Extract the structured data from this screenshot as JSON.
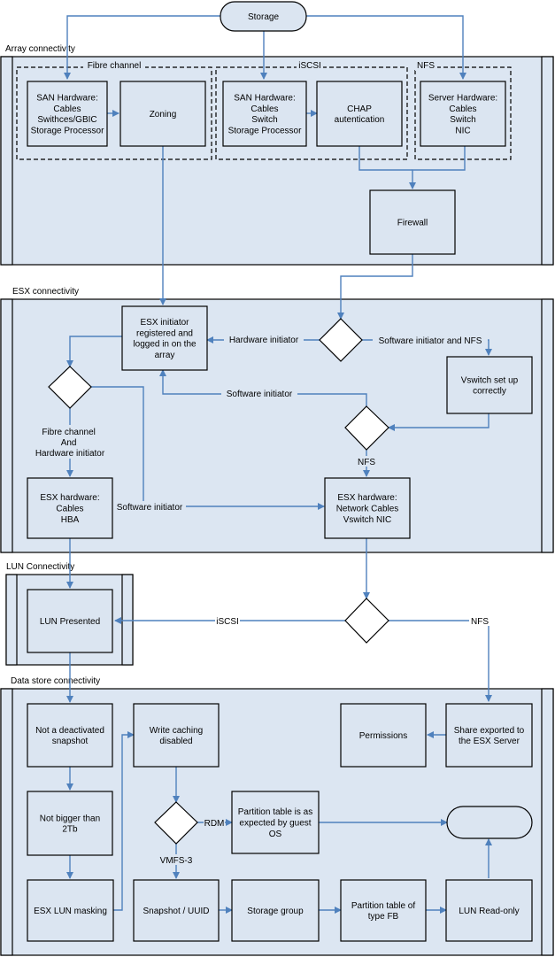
{
  "sections": {
    "array": "Array connectivity",
    "esx": "ESX connectivity",
    "lun": "LUN Connectivity",
    "datastore": "Data store connectivity"
  },
  "groups": {
    "fc": "Fibre channel",
    "iscsi": "iSCSI",
    "nfs": "NFS"
  },
  "nodes": {
    "storage": "Storage",
    "san_fc": [
      "SAN Hardware:",
      "Cables",
      "Swithces/GBIC",
      "Storage Processor"
    ],
    "zoning": [
      "Zoning"
    ],
    "san_iscsi": [
      "SAN Hardware:",
      "Cables",
      "Switch",
      "Storage Processor"
    ],
    "chap": [
      "CHAP",
      "autentication"
    ],
    "server_hw": [
      "Server Hardware:",
      "Cables",
      "Switch",
      "NIC"
    ],
    "firewall": [
      "Firewall"
    ],
    "esx_initiator": [
      "ESX initiator",
      "registered and",
      "logged in on the",
      "array"
    ],
    "vswitch": [
      "Vswitch set up",
      "correctly"
    ],
    "esx_hw_hba": [
      "ESX hardware:",
      "Cables",
      "HBA"
    ],
    "esx_hw_net": [
      "ESX hardware:",
      "Network Cables",
      "Vswitch NIC"
    ],
    "lun_presented": [
      "LUN Presented"
    ],
    "not_deactivated": [
      "Not a deactivated",
      "snapshot"
    ],
    "write_caching": [
      "Write caching",
      "disabled"
    ],
    "permissions": [
      "Permissions"
    ],
    "share_exported": [
      "Share exported to",
      "the ESX Server"
    ],
    "not_bigger": [
      "Not bigger than",
      "2Tb"
    ],
    "partition_expected": [
      "Partition table is as",
      "expected by guest",
      "OS"
    ],
    "esx_lun_masking": [
      "ESX LUN masking"
    ],
    "snapshot_uuid": [
      "Snapshot / UUID"
    ],
    "storage_group": [
      "Storage group"
    ],
    "partition_fb": [
      "Partition table of",
      "type FB"
    ],
    "lun_readonly": [
      "LUN Read-only"
    ]
  },
  "edge_labels": {
    "hardware_initiator": "Hardware initiator",
    "software_initiator_nfs": "Software initiator and NFS",
    "software_initiator_1": "Software initiator",
    "fc_and_hw": [
      "Fibre channel",
      "And",
      "Hardware initiator"
    ],
    "nfs_1": "NFS",
    "software_initiator_2": "Software initiator",
    "iscsi": "iSCSI",
    "nfs_2": "NFS",
    "rdm": "RDM",
    "vmfs3": "VMFS-3"
  },
  "colors": {
    "box_fill": "#dbe5f1",
    "pool_fill": "#dce6f2",
    "connector": "#4f81bd"
  }
}
